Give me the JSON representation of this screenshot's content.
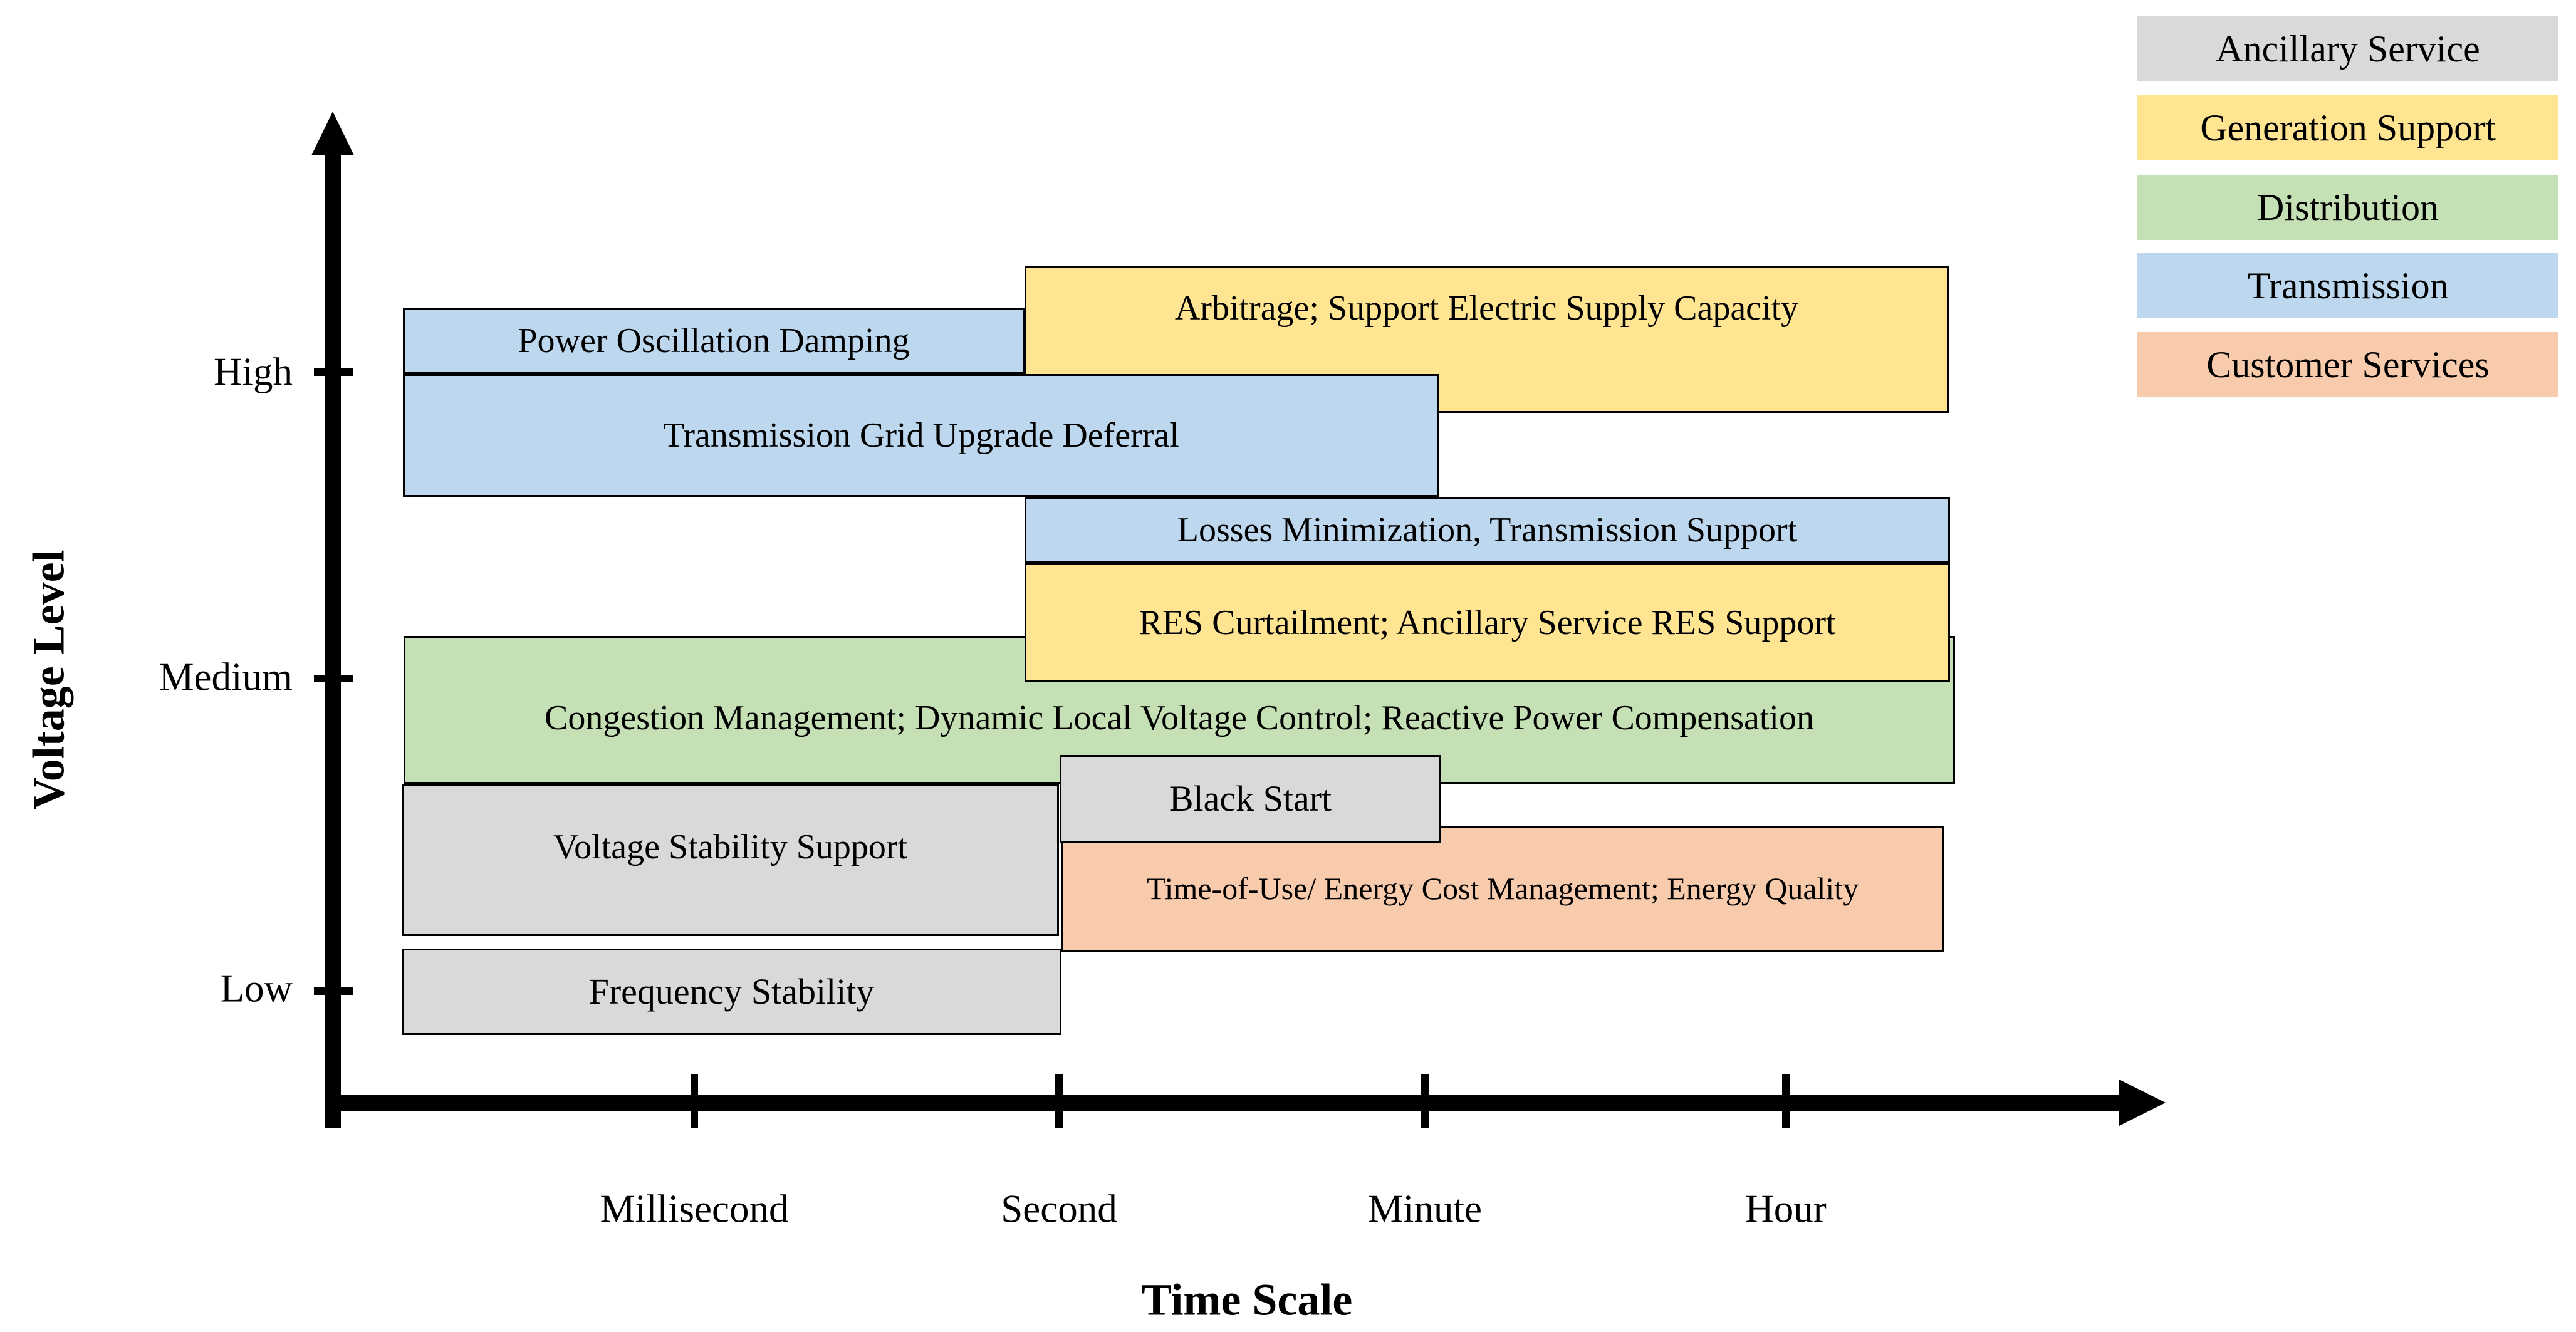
{
  "x_axis": {
    "title": "Time Scale",
    "tick_labels": [
      "Millisecond",
      "Second",
      "Minute",
      "Hour"
    ]
  },
  "y_axis": {
    "title": "Voltage Level",
    "tick_labels": [
      "High",
      "Medium",
      "Low"
    ]
  },
  "legend": {
    "items": [
      {
        "label": "Ancillary Service",
        "color": "#D9D9D9"
      },
      {
        "label": "Generation Support",
        "color": "#FFE492"
      },
      {
        "label": "Distribution",
        "color": "#C5E0B4"
      },
      {
        "label": "Transmission",
        "color": "#BDD7EE"
      },
      {
        "label": "Customer Services",
        "color": "#F8CBAD"
      }
    ]
  },
  "boxes": [
    {
      "label": "Power Oscillation Damping",
      "category": "Transmission",
      "color": "#BDD7EE"
    },
    {
      "label": "Arbitrage; Support Electric Supply Capacity",
      "category": "Generation Support",
      "color": "#FFE492"
    },
    {
      "label": "Transmission Grid Upgrade Deferral",
      "category": "Transmission",
      "color": "#BDD7EE"
    },
    {
      "label": "Losses Minimization, Transmission Support",
      "category": "Transmission",
      "color": "#BDD7EE"
    },
    {
      "label": "RES Curtailment; Ancillary Service RES Support",
      "category": "Generation Support",
      "color": "#FFE492"
    },
    {
      "label": "Congestion Management; Dynamic Local Voltage Control; Reactive Power Compensation",
      "category": "Distribution",
      "color": "#C5E0B4"
    },
    {
      "label": "Voltage Stability Support",
      "category": "Ancillary Service",
      "color": "#D9D9D9"
    },
    {
      "label": "Black Start",
      "category": "Ancillary Service",
      "color": "#D9D9D9"
    },
    {
      "label": "Time-of-Use/ Energy Cost Management; Energy Quality",
      "category": "Customer Services",
      "color": "#F8CBAD"
    },
    {
      "label": "Frequency Stability",
      "category": "Ancillary Service",
      "color": "#D9D9D9"
    }
  ],
  "colors": {
    "axis": "#000000",
    "box_border": "#000000",
    "background": "#FFFFFF"
  }
}
